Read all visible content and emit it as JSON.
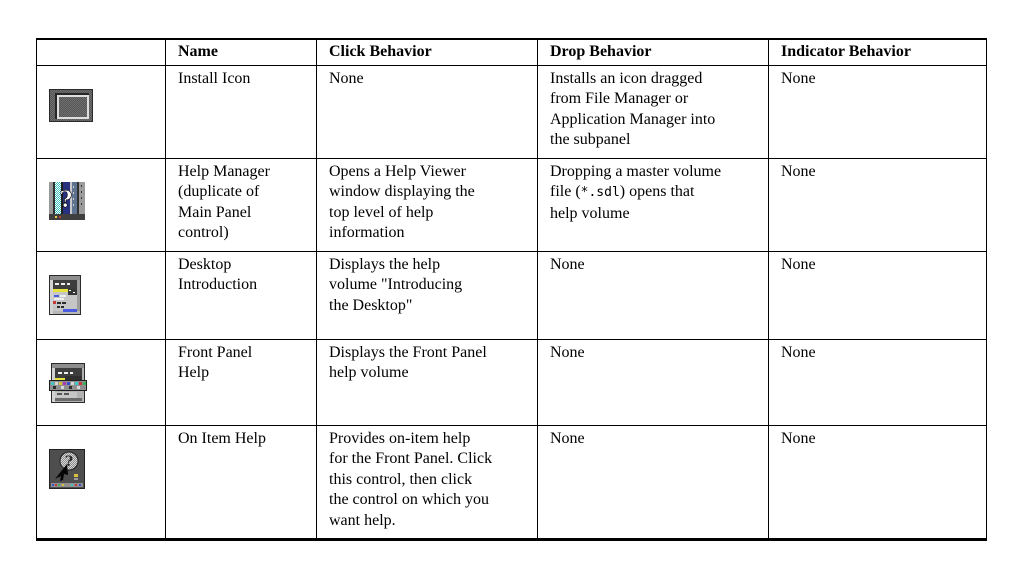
{
  "table": {
    "headers": [
      "",
      "Name",
      "Click Behavior",
      "Drop Behavior",
      "Indicator Behavior"
    ],
    "rows": [
      {
        "icon": "install-icon",
        "name": "Install Icon",
        "click": "None",
        "drop": "Installs an icon dragged\nfrom File Manager or\nApplication Manager into\nthe subpanel",
        "indicator": "None"
      },
      {
        "icon": "help-manager-icon",
        "name": "Help Manager\n(duplicate of\nMain Panel\ncontrol)",
        "click": "Opens a Help Viewer\nwindow displaying the\ntop level of help\ninformation",
        "drop_pre": "Dropping a master volume\nfile (",
        "drop_code": "*.sdl",
        "drop_post": ") opens that\nhelp volume",
        "indicator": "None"
      },
      {
        "icon": "desktop-introduction-icon",
        "name": "Desktop\nIntroduction",
        "click": "Displays the help\nvolume \"Introducing\nthe Desktop\"",
        "drop": "None",
        "indicator": "None"
      },
      {
        "icon": "front-panel-help-icon",
        "name": "Front Panel\nHelp",
        "click": "Displays the Front Panel\nhelp volume",
        "drop": "None",
        "indicator": "None"
      },
      {
        "icon": "on-item-help-icon",
        "name": "On Item Help",
        "click": "Provides on-item help\nfor the Front Panel. Click\nthis control, then click\nthe control on which you\nwant help.",
        "drop": "None",
        "indicator": "None"
      }
    ]
  },
  "colors": {
    "border": "#000000",
    "text": "#000000",
    "background": "#ffffff"
  }
}
